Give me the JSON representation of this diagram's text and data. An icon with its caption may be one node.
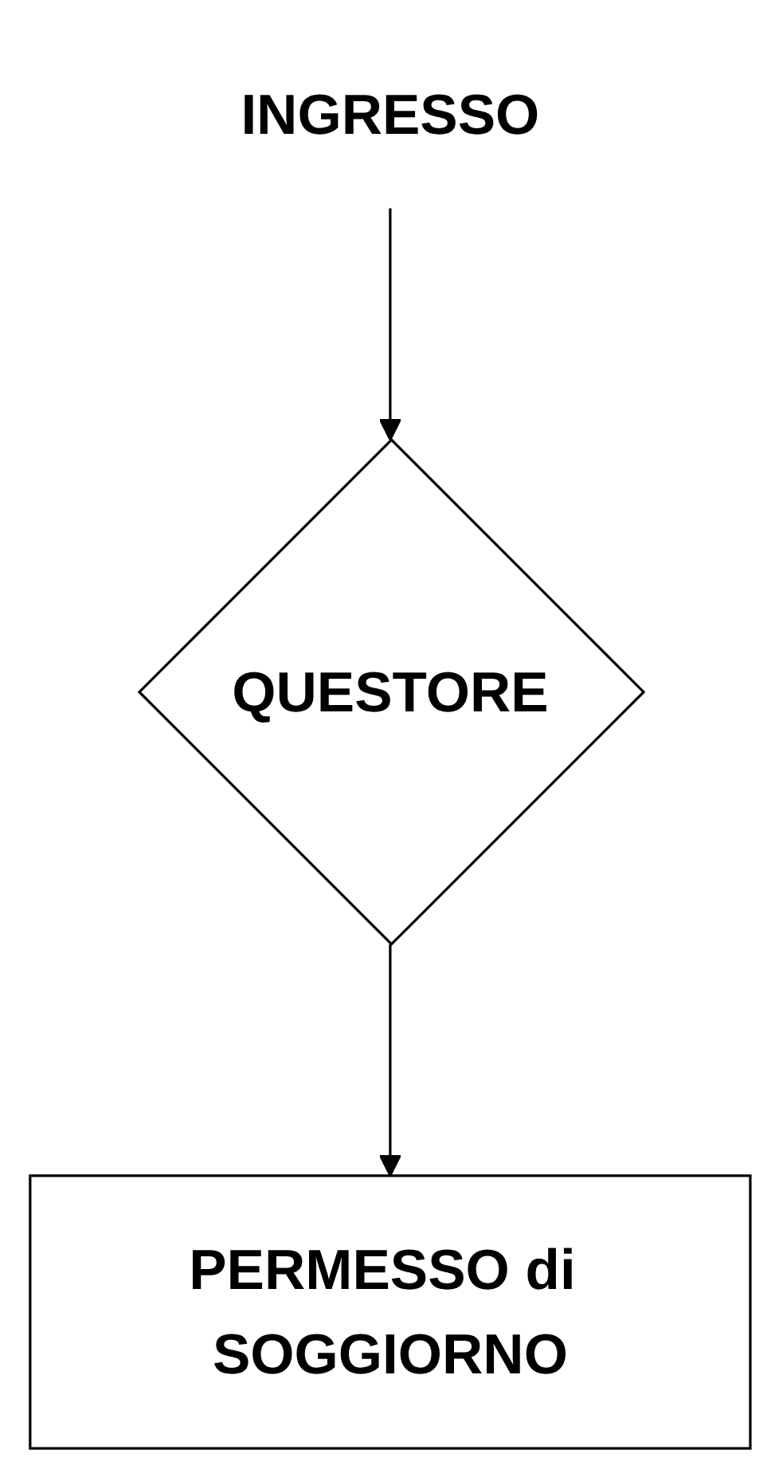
{
  "diagram": {
    "nodes": [
      {
        "text": [
          "INGRESSO"
        ]
      },
      {
        "text": [
          "QUESTORE"
        ]
      },
      {
        "text": [
          "PERMESSO di SOGGIORNO"
        ]
      }
    ],
    "edges": [
      {
        "from": 0,
        "to": 1,
        "arrow": "to"
      },
      {
        "from": 1,
        "to": 2,
        "arrow": "to"
      }
    ]
  }
}
